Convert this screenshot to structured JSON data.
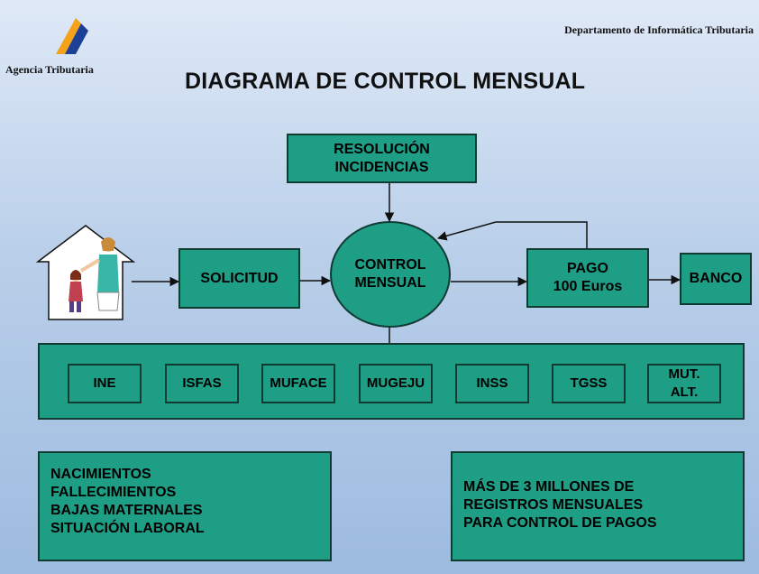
{
  "header": {
    "department": "Departamento de Informática Tributaria",
    "agency": "Agencia Tributaria",
    "title": "DIAGRAMA DE CONTROL MENSUAL"
  },
  "flow": {
    "resolucion": "RESOLUCIÓN\nINCIDENCIAS",
    "solicitud": "SOLICITUD",
    "control": "CONTROL\nMENSUAL",
    "pago": "PAGO\n100 Euros",
    "banco": "BANCO"
  },
  "organismos": [
    "INE",
    "ISFAS",
    "MUFACE",
    "MUGEJU",
    "INSS",
    "TGSS",
    "MUT.\nALT."
  ],
  "bottom_left": "NACIMIENTOS\nFALLECIMIENTOS\nBAJAS MATERNALES\nSITUACIÓN LABORAL",
  "bottom_right": "MÁS DE 3 MILLONES DE\nREGISTROS MENSUALES\nPARA CONTROL DE PAGOS",
  "colors": {
    "box_fill": "#1f9e86",
    "box_border": "#0f3b33",
    "background": "#b9cfe9"
  },
  "icons": {
    "logo": "agencia-tributaria-logo",
    "illustration": "mother-child-house-icon"
  }
}
